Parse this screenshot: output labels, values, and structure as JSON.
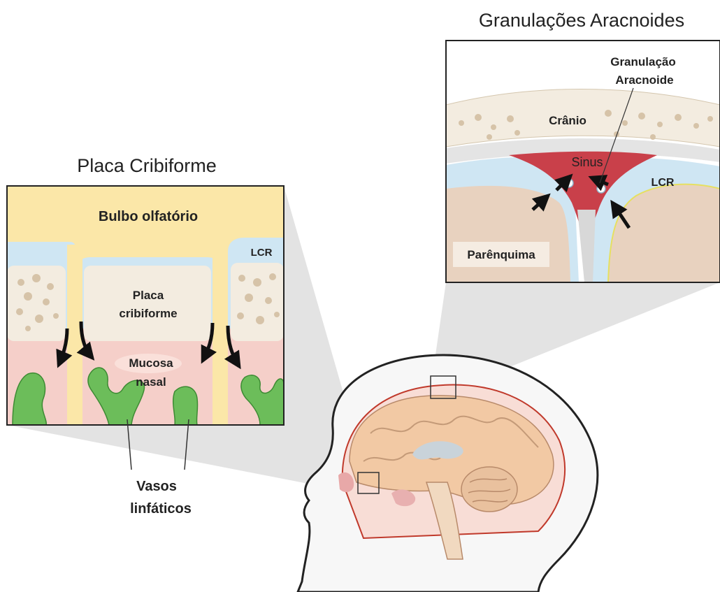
{
  "cribriform": {
    "title": "Placa Cribiforme",
    "olfactory_bulb": "Bulbo olfatório",
    "csf": "LCR",
    "plate_line1": "Placa",
    "plate_line2": "cribiforme",
    "mucosa_line1": "Mucosa",
    "mucosa_line2": "nasal",
    "lymph_line1": "Vasos",
    "lymph_line2": "linfáticos"
  },
  "arachnoid": {
    "title": "Granulações Aracnoides",
    "granulation_line1": "Granulação",
    "granulation_line2": "Aracnoide",
    "skull": "Crânio",
    "sinus": "Sinus",
    "csf": "LCR",
    "parenchyma": "Parênquima"
  },
  "colors": {
    "bulb": "#fbe7a8",
    "csf": "#cfe6f3",
    "bone": "#f3ece0",
    "bone_spots": "#d6c3a8",
    "mucosa": "#f5cfc9",
    "lymph": "#6cbd5a",
    "sinus": "#c9404a",
    "parenchyma": "#e8d2bf",
    "connector": "#d9d9d9"
  }
}
